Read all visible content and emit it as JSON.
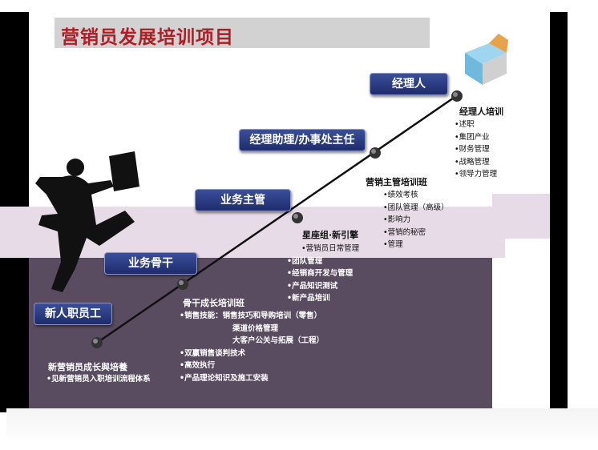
{
  "title": "营销员发展培训项目",
  "stages": [
    {
      "label": "新人职员工"
    },
    {
      "label": "业务骨干"
    },
    {
      "label": "业务主管"
    },
    {
      "label": "经理助理/办事处主任"
    },
    {
      "label": "经理人"
    }
  ],
  "sections": {
    "newbie": {
      "heading": "新营销员成长與培養",
      "items": [
        "•见新营销员入职培训流程体系"
      ]
    },
    "backbone": {
      "heading": "骨干成长培训班",
      "items": [
        "•销售技能：销售技巧和导购培训（零售）",
        "渠道价格管理",
        "大客户公关与拓展（工程）",
        "•双赢销售谈判技术",
        "•高效执行",
        "•产品理论知识及施工安装"
      ]
    },
    "star": {
      "heading": "星座组·新引擎",
      "items": [
        "•营销员日常管理",
        "•团队管理",
        "•经销商开发与管理",
        "•产品知识测试",
        "•新产品培训"
      ]
    },
    "supervisor": {
      "heading": "营销主管培训班",
      "items": [
        "•绩效考核",
        "•团队管理（高级）",
        "•影响力",
        "•营销的秘密",
        "•管理"
      ]
    },
    "manager": {
      "heading": "经理人培训",
      "items": [
        "•述职",
        "•集团产业",
        "•财务管理",
        "•战略管理",
        "•领导力管理"
      ]
    }
  },
  "colors": {
    "title": "#b31c24",
    "pill": "#2a3a86",
    "line": "#111111"
  }
}
